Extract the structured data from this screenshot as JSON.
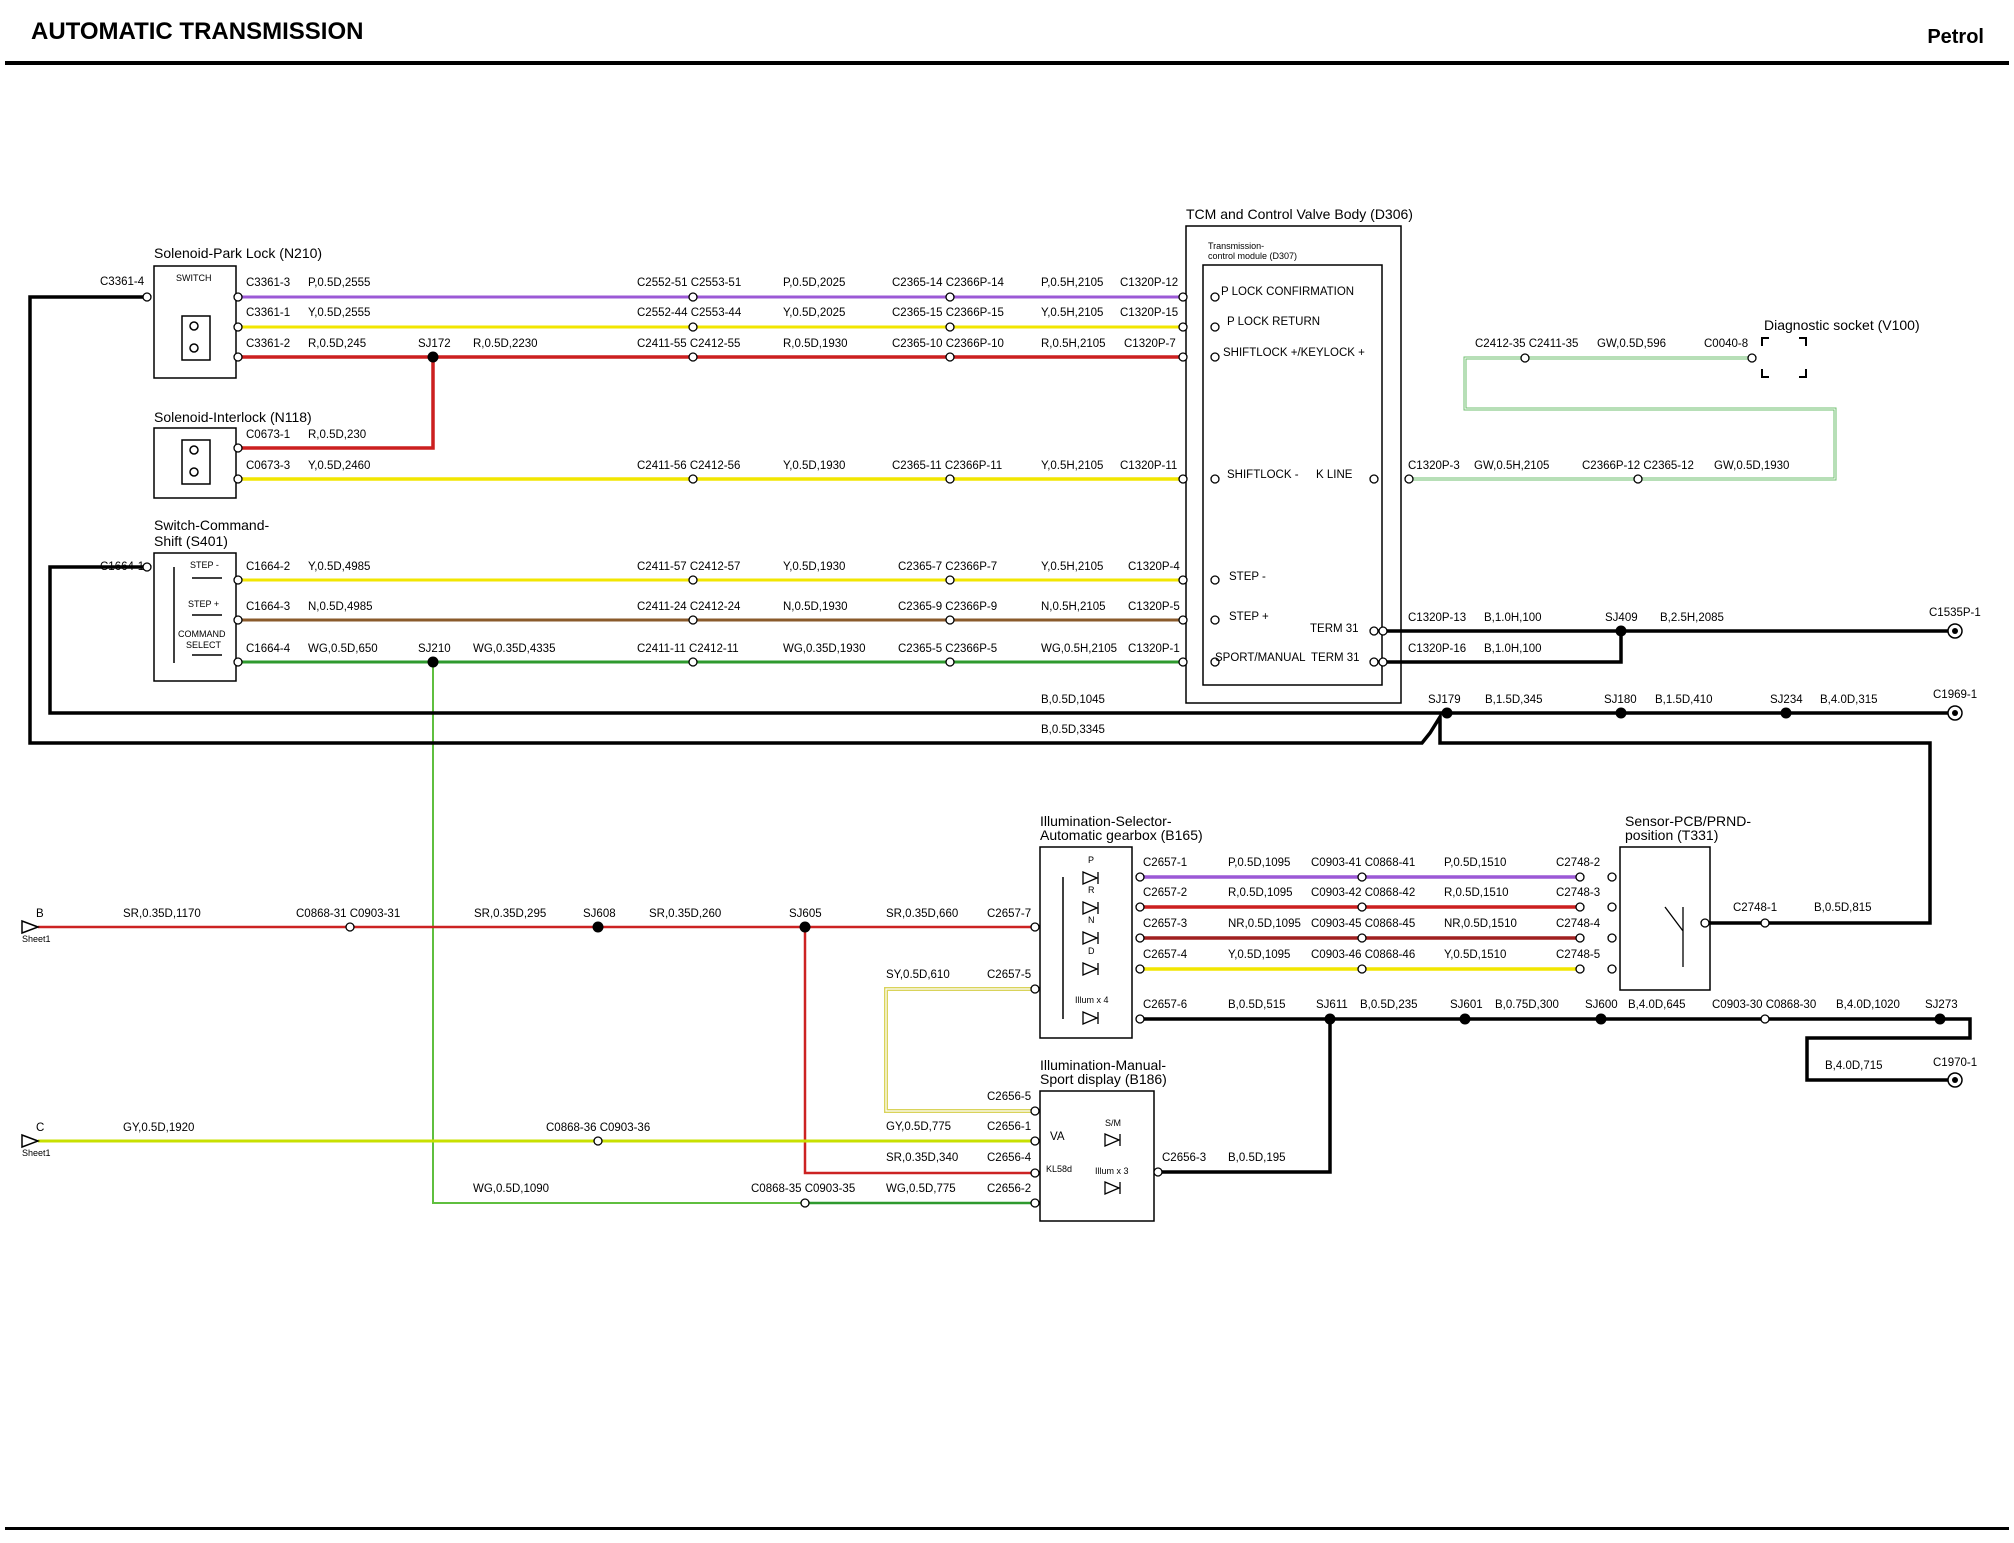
{
  "header": {
    "title": "AUTOMATIC TRANSMISSION",
    "variant": "Petrol"
  },
  "colors": {
    "P": "#9b59d6",
    "Y": "#f2e600",
    "R": "#cc1f1f",
    "N": "#8a5a2b",
    "WG": "#2e9a2e",
    "GW": "#6fbf6f",
    "B": "#000000",
    "SR": "#cc2222",
    "NR": "#a02020",
    "SY": "#d9d35a",
    "GY": "#c8e000"
  },
  "components": {
    "park_lock": {
      "title": "Solenoid-Park Lock (N210)",
      "switch_label": "SWITCH"
    },
    "interlock": {
      "title": "Solenoid-Interlock (N118)"
    },
    "command_shift": {
      "title_1": "Switch-Command-",
      "title_2": "Shift (S401)",
      "step_minus": "STEP -",
      "step_plus": "STEP +",
      "command_1": "COMMAND",
      "command_2": "SELECT"
    },
    "tcm": {
      "title": "TCM and Control Valve Body (D306)",
      "sub_1": "Transmission-",
      "sub_2": "control module (D307)",
      "pins": [
        "P LOCK CONFIRMATION",
        "P LOCK RETURN",
        "SHIFTLOCK +/KEYLOCK +",
        "SHIFTLOCK -",
        "K LINE",
        "STEP -",
        "STEP +",
        "TERM 31",
        "SPORT/MANUAL",
        "TERM 31"
      ]
    },
    "diag": {
      "title": "Diagnostic socket (V100)"
    },
    "illum_selector": {
      "title_1": "Illumination-Selector-",
      "title_2": "Automatic gearbox (B165)",
      "leds": [
        "P",
        "R",
        "N",
        "D"
      ],
      "illum": "Illum x 4"
    },
    "prnd": {
      "title_1": "Sensor-PCB/PRND-",
      "title_2": "position (T331)"
    },
    "illum_manual": {
      "title_1": "Illumination-Manual-",
      "title_2": "Sport display (B186)",
      "va": "VA",
      "kl": "KL58d",
      "sm": "S/M",
      "illum": "Illum x 3"
    }
  },
  "connectors": {
    "c3361_4": "C3361-4",
    "c3361_3": "C3361-3",
    "c3361_1": "C3361-1",
    "c3361_2": "C3361-2",
    "c0673_1": "C0673-1",
    "c0673_3": "C0673-3",
    "c1664_1": "C1664-1",
    "c1664_2": "C1664-2",
    "c1664_3": "C1664-3",
    "c1664_4": "C1664-4",
    "c2552_51": "C2552-51 C2553-51",
    "c2552_44": "C2552-44 C2553-44",
    "c2411_55": "C2411-55 C2412-55",
    "c2411_56": "C2411-56 C2412-56",
    "c2411_57": "C2411-57 C2412-57",
    "c2411_24": "C2411-24 C2412-24",
    "c2411_11": "C2411-11 C2412-11",
    "c2365_14": "C2365-14 C2366P-14",
    "c2365_15": "C2365-15 C2366P-15",
    "c2365_10": "C2365-10 C2366P-10",
    "c2365_11": "C2365-11 C2366P-11",
    "c2365_7": "C2365-7 C2366P-7",
    "c2365_9": "C2365-9 C2366P-9",
    "c2365_5": "C2365-5 C2366P-5",
    "c1320p_12": "C1320P-12",
    "c1320p_15": "C1320P-15",
    "c1320p_7": "C1320P-7",
    "c1320p_11": "C1320P-11",
    "c1320p_4": "C1320P-4",
    "c1320p_5": "C1320P-5",
    "c1320p_1": "C1320P-1",
    "c1320p_3": "C1320P-3",
    "c1320p_13": "C1320P-13",
    "c1320p_16": "C1320P-16",
    "c2412_35": "C2412-35 C2411-35",
    "c0040_8": "C0040-8",
    "c2366p_12": "C2366P-12 C2365-12",
    "c1535p_1": "C1535P-1",
    "c1969_1": "C1969-1",
    "c1970_1": "C1970-1",
    "c0868_31": "C0868-31 C0903-31",
    "c0868_36": "C0868-36 C0903-36",
    "c0868_35": "C0868-35 C0903-35",
    "c0903_30": "C0903-30 C0868-30",
    "c2657_7": "C2657-7",
    "c2657_5": "C2657-5",
    "c2657_1": "C2657-1",
    "c2657_2": "C2657-2",
    "c2657_3": "C2657-3",
    "c2657_4": "C2657-4",
    "c2657_6": "C2657-6",
    "c0903_41": "C0903-41 C0868-41",
    "c0903_42": "C0903-42 C0868-42",
    "c0903_45": "C0903-45 C0868-45",
    "c0903_46": "C0903-46 C0868-46",
    "c2748_2": "C2748-2",
    "c2748_3": "C2748-3",
    "c2748_4": "C2748-4",
    "c2748_5": "C2748-5",
    "c2748_1": "C2748-1",
    "c2656_5": "C2656-5",
    "c2656_1": "C2656-1",
    "c2656_4": "C2656-4",
    "c2656_2": "C2656-2",
    "c2656_3": "C2656-3"
  },
  "splices": {
    "sj172": "SJ172",
    "sj210": "SJ210",
    "sj409": "SJ409",
    "sj179": "SJ179",
    "sj180": "SJ180",
    "sj234": "SJ234",
    "sj608": "SJ608",
    "sj605": "SJ605",
    "sj611": "SJ611",
    "sj601": "SJ601",
    "sj600": "SJ600",
    "sj273": "SJ273"
  },
  "offsheet": {
    "b": "B",
    "c": "C",
    "sheet": "Sheet1"
  },
  "wires": {
    "w_p_2555": "P,0.5D,2555",
    "w_p_2025": "P,0.5D,2025",
    "w_p_2105": "P,0.5H,2105",
    "w_y_2555": "Y,0.5D,2555",
    "w_y_2025": "Y,0.5D,2025",
    "w_y_2105a": "Y,0.5H,2105",
    "w_r_245": "R,0.5D,245",
    "w_r_2230": "R,0.5D,2230",
    "w_r_1930": "R,0.5D,1930",
    "w_r_2105": "R,0.5H,2105",
    "w_r_230": "R,0.5D,230",
    "w_y_2460": "Y,0.5D,2460",
    "w_y_1930a": "Y,0.5D,1930",
    "w_y_2105b": "Y,0.5H,2105",
    "w_y_4985": "Y,0.5D,4985",
    "w_y_1930b": "Y,0.5D,1930",
    "w_y_2105c": "Y,0.5H,2105",
    "w_n_4985": "N,0.5D,4985",
    "w_n_1930": "N,0.5D,1930",
    "w_n_2105": "N,0.5H,2105",
    "w_wg_650": "WG,0.5D,650",
    "w_wg_4335": "WG,0.35D,4335",
    "w_wg_1930": "WG,0.35D,1930",
    "w_wg_2105": "WG,0.5H,2105",
    "w_gw_596": "GW,0.5D,596",
    "w_gw_2105": "GW,0.5H,2105",
    "w_gw_1930": "GW,0.5D,1930",
    "w_b_100a": "B,1.0H,100",
    "w_b_100b": "B,1.0H,100",
    "w_b_2085": "B,2.5H,2085",
    "w_b_1045": "B,0.5D,1045",
    "w_b_345": "B,1.5D,345",
    "w_b_410": "B,1.5D,410",
    "w_b_315": "B,4.0D,315",
    "w_b_3345": "B,0.5D,3345",
    "w_sr_1170": "SR,0.35D,1170",
    "w_sr_295": "SR,0.35D,295",
    "w_sr_260": "SR,0.35D,260",
    "w_sr_660": "SR,0.35D,660",
    "w_sy_610": "SY,0.5D,610",
    "w_gy_1920": "GY,0.5D,1920",
    "w_gy_775": "GY,0.5D,775",
    "w_sr_340": "SR,0.35D,340",
    "w_wg_1090": "WG,0.5D,1090",
    "w_wg_775": "WG,0.5D,775",
    "w_p_1095": "P,0.5D,1095",
    "w_p_1510": "P,0.5D,1510",
    "w_r_1095": "R,0.5D,1095",
    "w_r_1510": "R,0.5D,1510",
    "w_nr_1095": "NR,0.5D,1095",
    "w_nr_1510": "NR,0.5D,1510",
    "w_y_1095": "Y,0.5D,1095",
    "w_y_1510": "Y,0.5D,1510",
    "w_b_515": "B,0.5D,515",
    "w_b_235": "B,0.5D,235",
    "w_b_300": "B,0.75D,300",
    "w_b_645": "B,4.0D,645",
    "w_b_1020": "B,4.0D,1020",
    "w_b_715": "B,4.0D,715",
    "w_b_815": "B,0.5D,815",
    "w_b_195": "B,0.5D,195"
  }
}
